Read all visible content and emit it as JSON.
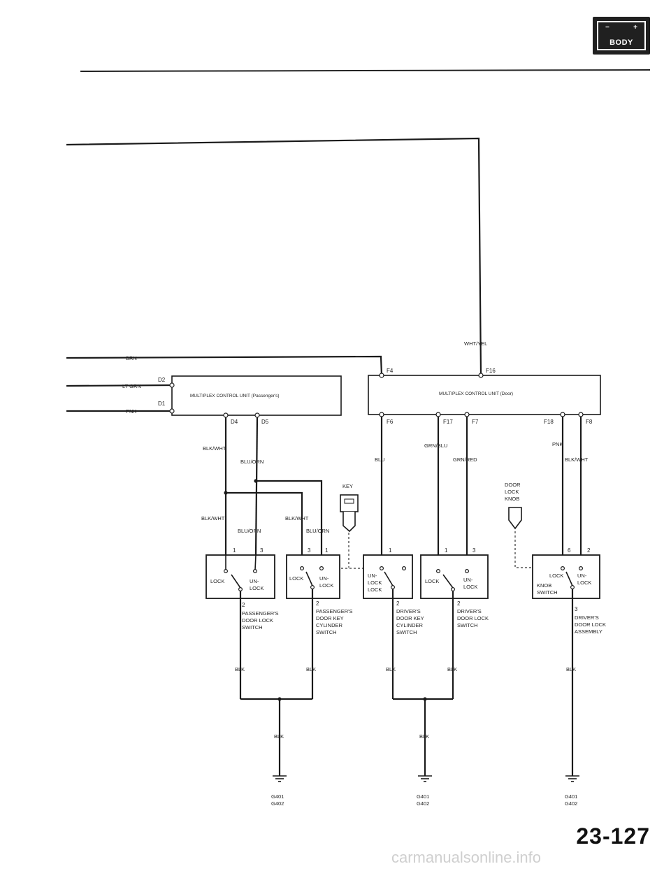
{
  "header": {
    "badge_minus": "−",
    "badge_plus": "+",
    "badge_word": "BODY"
  },
  "page_number": "23-127",
  "footer_url": "carmanualsonline.info",
  "units": {
    "passenger": {
      "title": "MULTIPLEX CONTROL UNIT (Passenger's)",
      "pins": [
        "D2",
        "D1",
        "D4",
        "D5"
      ]
    },
    "door": {
      "title": "MULTIPLEX CONTROL UNIT (Door)",
      "pins": [
        "F4",
        "F16",
        "F6",
        "F17",
        "F7",
        "F18",
        "F8"
      ]
    }
  },
  "wires": [
    "BRN",
    "LT GRN",
    "PNK",
    "WHT/YEL",
    "BLK/WHT",
    "BLU/ORN",
    "BLK/WHT",
    "BLU/ORN",
    "BLU",
    "GRN/BLU",
    "GRN/RED",
    "PNK",
    "BLK/WHT",
    "BLK/WHT",
    "BLU/ORN",
    "BLK",
    "BLK",
    "BLK",
    "BLK",
    "BLK",
    "BLK",
    "BLK"
  ],
  "components": {
    "key": "KEY",
    "knob": [
      "DOOR",
      "LOCK",
      "KNOB"
    ],
    "sw1": {
      "pins": [
        "1",
        "3",
        "2"
      ],
      "lock": "LOCK",
      "unlock": [
        "UN-",
        "LOCK"
      ],
      "name": [
        "PASSENGER'S",
        "DOOR LOCK",
        "SWITCH"
      ]
    },
    "sw2": {
      "pins": [
        "3",
        "1",
        "2"
      ],
      "lock": "LOCK",
      "unlock": [
        "UN-",
        "LOCK"
      ],
      "name": [
        "PASSENGER'S",
        "DOOR KEY",
        "CYLINDER",
        "SWITCH"
      ]
    },
    "sw3": {
      "pins": [
        "1",
        "2"
      ],
      "lock": "LOCK",
      "unlock": [
        "UN-",
        "LOCK"
      ],
      "name": [
        "DRIVER'S",
        "DOOR KEY",
        "CYLINDER",
        "SWITCH"
      ]
    },
    "sw4": {
      "pins": [
        "1",
        "3",
        "2"
      ],
      "lock": "LOCK",
      "unlock": [
        "UN-",
        "LOCK"
      ],
      "name": [
        "DRIVER'S",
        "DOOR LOCK",
        "SWITCH"
      ]
    },
    "sw5": {
      "pins": [
        "6",
        "2",
        "3"
      ],
      "lock": "LOCK",
      "unlock": [
        "UN-",
        "LOCK"
      ],
      "inner": [
        "KNOB",
        "SWITCH"
      ],
      "name": [
        "DRIVER'S",
        "DOOR LOCK",
        "ASSEMBLY"
      ]
    }
  },
  "grounds": [
    {
      "lines": [
        "G401",
        "G402"
      ]
    },
    {
      "lines": [
        "G401",
        "G402"
      ]
    },
    {
      "lines": [
        "G401",
        "G402"
      ]
    }
  ]
}
